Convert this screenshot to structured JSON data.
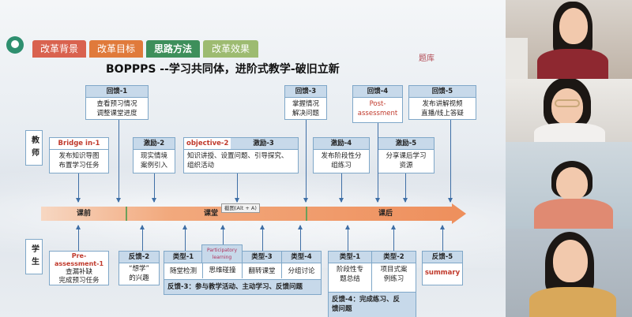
{
  "tabs": [
    "改革背景",
    "改革目标",
    "思路方法",
    "改革效果"
  ],
  "tab_colors": [
    "#d9624f",
    "#e07a3b",
    "#3e8f5b",
    "#9dbb71"
  ],
  "title": "BOPPPS --学习共同体，进阶式教学-破旧立新",
  "corner_label": "题库",
  "side_labels": {
    "teacher": "教师",
    "student": "学生"
  },
  "timeline": {
    "pre": "课前",
    "in": "课堂",
    "post": "课后"
  },
  "tooltip": "截图(Alt + A)",
  "teacher_top": [
    {
      "hdr": "回馈-1",
      "text": "查看预习情况\n调整课堂进度"
    },
    {
      "hdr": "回馈-3",
      "text": "掌握情况\n解决问题"
    },
    {
      "hdr": "回馈-4",
      "text": "Post-\nassessment"
    },
    {
      "hdr": "回馈-5",
      "text": "发布讲解视频\n直播/线上答疑"
    }
  ],
  "teacher_mid": [
    {
      "hdr": "Bridge in-1",
      "text": "发布知识导图\n布置学习任务"
    },
    {
      "hdr": "激励-2",
      "text": "现实情境\n案例引入"
    },
    {
      "hdr": "objective-2",
      "hdr2": "激励-3",
      "text": "知识讲授、设置问题、引导探究、\n组织活动"
    },
    {
      "hdr": "激励-4",
      "text": "发布阶段性分\n组练习"
    },
    {
      "hdr": "激励-5",
      "text": "分享课后学习\n资源"
    }
  ],
  "student": [
    {
      "hdr": "Pre-\nassessment-1",
      "text": "查漏补缺\n完成预习任务"
    },
    {
      "hdr": "反馈-2",
      "text": "“想学”\n的兴趣"
    },
    {
      "hdr": "类型-1",
      "text": "随堂检测"
    },
    {
      "hdr": "",
      "text": "思维碰撞"
    },
    {
      "hdr": "类型-3",
      "text": "翻转课堂"
    },
    {
      "hdr": "类型-4",
      "text": "分组讨论"
    },
    {
      "hdr": "类型-1",
      "text": "阶段性专\n题总结"
    },
    {
      "hdr": "类型-2",
      "text": "项目式案\n例练习"
    },
    {
      "hdr": "反馈-5",
      "text": "summary"
    }
  ],
  "participatory": "Participatory\nlearning",
  "feedback3": "反馈-3：参与教学活动、主动学习、反馈问题",
  "feedback4": "反馈-4：完成练习、反\n馈问题"
}
